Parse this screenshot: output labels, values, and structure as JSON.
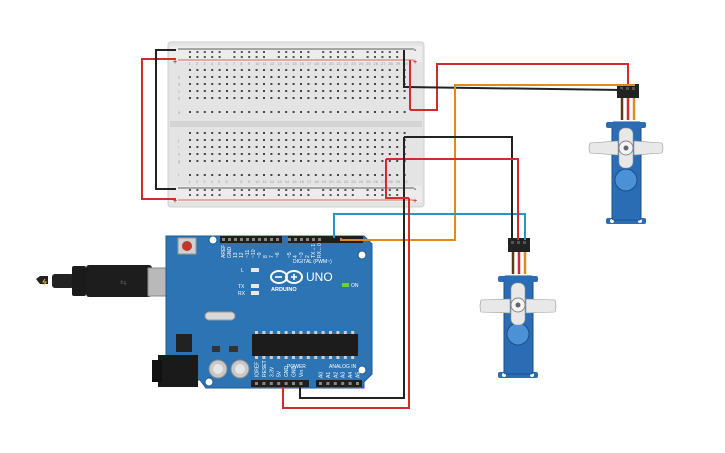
{
  "arduino": {
    "brand": "ARDUINO",
    "model": "UNO",
    "digital_label": "DIGITAL (PWM~)",
    "power_label": "POWER",
    "analog_label": "ANALOG IN",
    "on_label": "ON",
    "led_labels": [
      "L",
      "TX",
      "RX"
    ],
    "power_pins": [
      "IOREF",
      "RESET",
      "3.3V",
      "5V",
      "GND",
      "GND",
      "Vin"
    ],
    "analog_pins": [
      "A0",
      "A1",
      "A2",
      "A3",
      "A4",
      "A5"
    ],
    "digital_pins": [
      "AREF",
      "GND",
      "13",
      "12",
      "~11",
      "~10",
      "~9",
      "8",
      "7",
      "~6",
      "~5",
      "4",
      "~3",
      "2",
      "TX→1",
      "RX←0"
    ]
  },
  "breadboard": {
    "rows": [
      "a",
      "b",
      "c",
      "d",
      "e",
      "f",
      "g",
      "h",
      "i",
      "j"
    ],
    "columns": 30,
    "rail_plus": "+",
    "rail_minus": "-"
  },
  "colors": {
    "wire_red": "#d42a2a",
    "wire_black": "#222222",
    "wire_orange": "#e08a1a",
    "wire_blue": "#2a93c8",
    "board_blue": "#2c74b3",
    "servo_blue": "#2b6db4"
  }
}
